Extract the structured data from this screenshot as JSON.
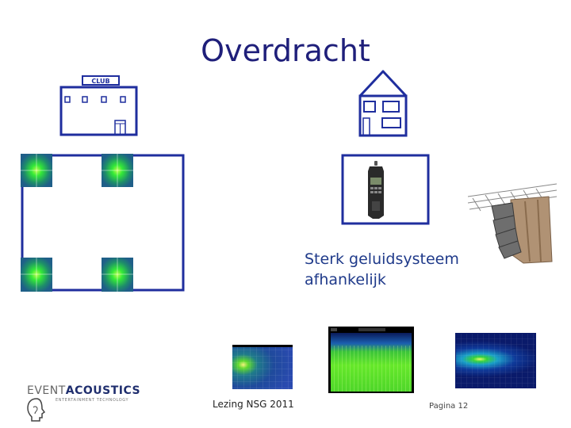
{
  "slide": {
    "title": "Overdracht",
    "caption_line1": "Sterk geluidsysteem",
    "caption_line2": "afhankelijk",
    "footer_left": "Lezing  NSG 2011",
    "footer_right": "Pagina 12"
  },
  "club_sign": "CLUB",
  "logo": {
    "word1": "EVENT",
    "word2": "ACOUSTICS",
    "tagline": "ENTERTAINMENT TECHNOLOGY"
  },
  "colors": {
    "title": "#1f1f7a",
    "outline": "#1f2e9e",
    "caption": "#1f3a8a",
    "speaker_glow": "#44ff33"
  }
}
